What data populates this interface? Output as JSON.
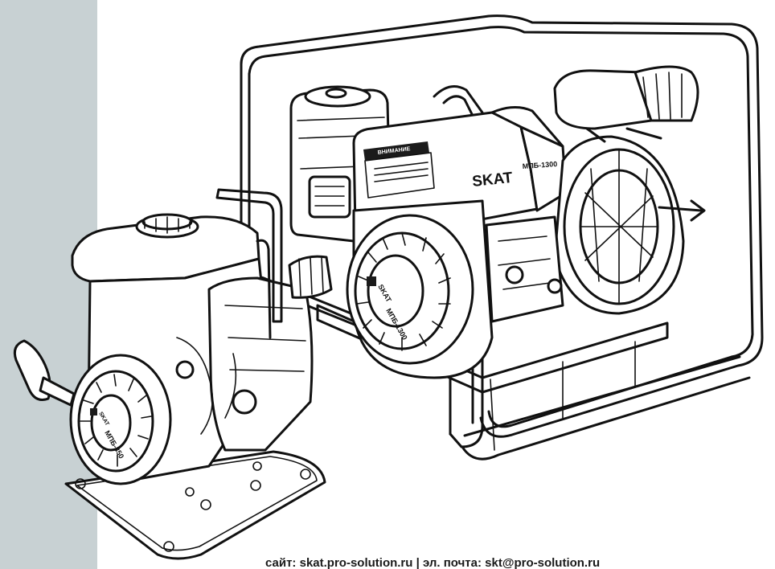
{
  "colors": {
    "side_band": "#c8d1d3",
    "ink": "#111111",
    "background": "#ffffff"
  },
  "large_pump": {
    "brand_logo": "SKAT",
    "model_label": "МПБ-1300",
    "warning_label": "ВНИМАНИЕ",
    "starter_logo": "SKAT",
    "starter_model": "МПБ-1300"
  },
  "small_pump": {
    "starter_logo": "SKAT",
    "starter_model": "МПБ-350"
  },
  "footer": {
    "text": "сайт: skat.pro-solution.ru | эл. почта: skt@pro-solution.ru"
  }
}
